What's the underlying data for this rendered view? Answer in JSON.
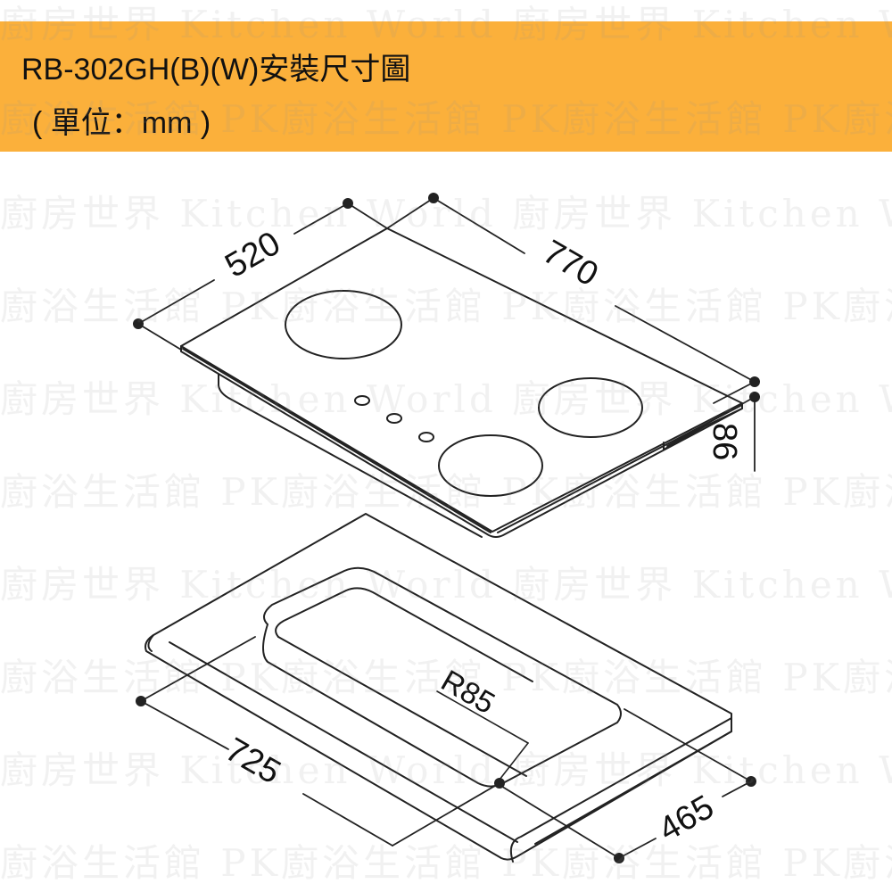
{
  "header": {
    "title": "RB-302GH(B)(W)安裝尺寸圖",
    "unit": "( 單位：mm )",
    "background_color": "#fbb03b"
  },
  "watermark": {
    "row_a": "廚房世界 Kitchen World  廚房世界 Kitchen World",
    "row_b": "廚浴生活館 PK廚浴生活館 PK廚浴生活館 PK廚浴"
  },
  "cooktop": {
    "width_label": "520",
    "length_label": "770",
    "height_label": "86",
    "burners": 3,
    "knobs": 3
  },
  "cutout": {
    "length_label": "725",
    "width_label": "465",
    "corner_radius_label": "R85"
  }
}
